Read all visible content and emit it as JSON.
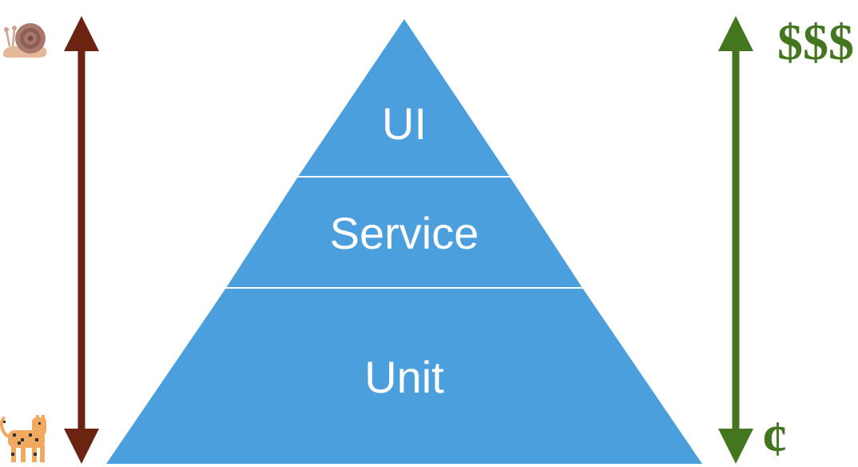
{
  "layers": [
    {
      "label": "UI"
    },
    {
      "label": "Service"
    },
    {
      "label": "Unit"
    }
  ],
  "speed_axis": {
    "top_icon": "snail-icon",
    "bottom_icon": "cheetah-icon",
    "arrow_color": "#6b2412"
  },
  "cost_axis": {
    "top_label": "$$$",
    "bottom_label": "¢",
    "arrow_color": "#43761f"
  },
  "colors": {
    "pyramid_fill": "#4b9fdc",
    "divider": "#ffffff"
  }
}
